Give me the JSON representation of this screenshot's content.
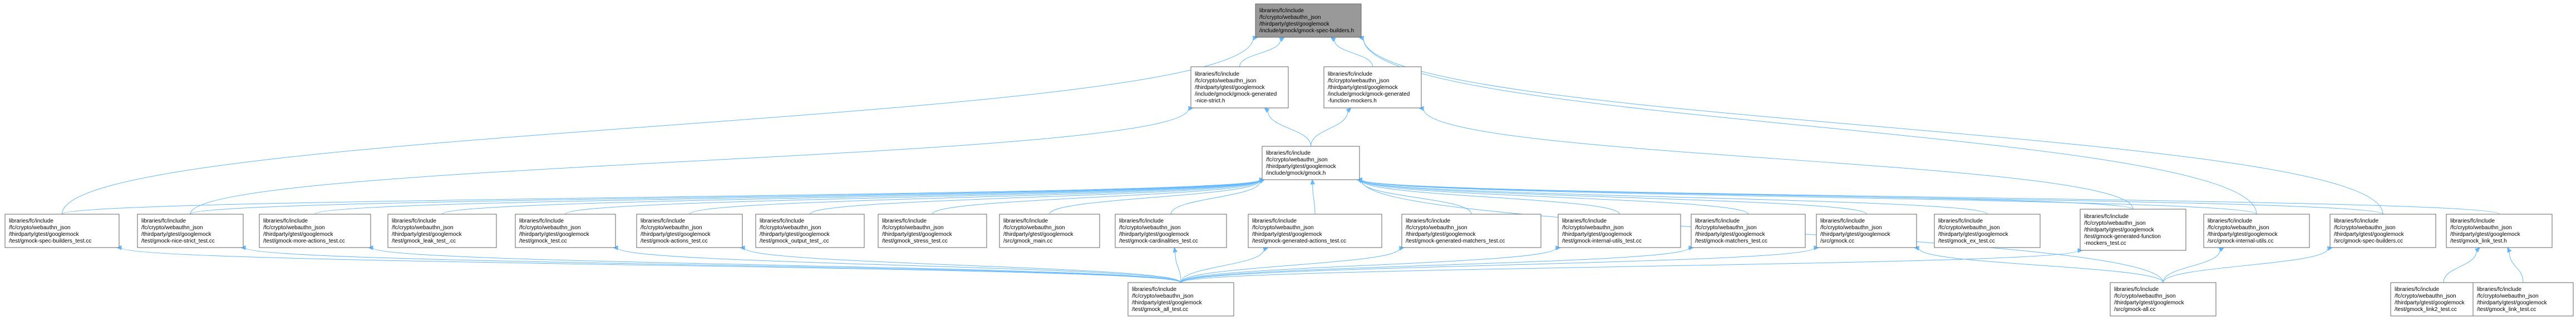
{
  "colors": {
    "edge": "#63b8ff",
    "node_border": "#666666",
    "root_fill": "#999999",
    "node_fill": "#ffffff"
  },
  "nodes": [
    {
      "id": "root",
      "lines": [
        "libraries/fc/include",
        "/fc/crypto/webauthn_json",
        "/thirdparty/gtest/googlemock",
        "/include/gmock/gmock-spec-builders.h"
      ]
    },
    {
      "id": "nice",
      "lines": [
        "libraries/fc/include",
        "/fc/crypto/webauthn_json",
        "/thirdparty/gtest/googlemock",
        "/include/gmock/gmock-generated",
        "-nice-strict.h"
      ]
    },
    {
      "id": "funcmockers",
      "lines": [
        "libraries/fc/include",
        "/fc/crypto/webauthn_json",
        "/thirdparty/gtest/googlemock",
        "/include/gmock/gmock-generated",
        "-function-mockers.h"
      ]
    },
    {
      "id": "gmockh",
      "lines": [
        "libraries/fc/include",
        "/fc/crypto/webauthn_json",
        "/thirdparty/gtest/googlemock",
        "/include/gmock/gmock.h"
      ]
    },
    {
      "id": "t_specb",
      "lines": [
        "libraries/fc/include",
        "/fc/crypto/webauthn_json",
        "/thirdparty/gtest/googlemock",
        "/test/gmock-spec-builders_test.cc"
      ]
    },
    {
      "id": "t_nice",
      "lines": [
        "libraries/fc/include",
        "/fc/crypto/webauthn_json",
        "/thirdparty/gtest/googlemock",
        "/test/gmock-nice-strict_test.cc"
      ]
    },
    {
      "id": "t_more",
      "lines": [
        "libraries/fc/include",
        "/fc/crypto/webauthn_json",
        "/thirdparty/gtest/googlemock",
        "/test/gmock-more-actions_test.cc"
      ]
    },
    {
      "id": "t_leak",
      "lines": [
        "libraries/fc/include",
        "/fc/crypto/webauthn_json",
        "/thirdparty/gtest/googlemock",
        "/test/gmock_leak_test_.cc"
      ]
    },
    {
      "id": "t_gmock",
      "lines": [
        "libraries/fc/include",
        "/fc/crypto/webauthn_json",
        "/thirdparty/gtest/googlemock",
        "/test/gmock_test.cc"
      ]
    },
    {
      "id": "t_actions",
      "lines": [
        "libraries/fc/include",
        "/fc/crypto/webauthn_json",
        "/thirdparty/gtest/googlemock",
        "/test/gmock-actions_test.cc"
      ]
    },
    {
      "id": "t_output",
      "lines": [
        "libraries/fc/include",
        "/fc/crypto/webauthn_json",
        "/thirdparty/gtest/googlemock",
        "/test/gmock_output_test_.cc"
      ]
    },
    {
      "id": "t_stress",
      "lines": [
        "libraries/fc/include",
        "/fc/crypto/webauthn_json",
        "/thirdparty/gtest/googlemock",
        "/test/gmock_stress_test.cc"
      ]
    },
    {
      "id": "s_main",
      "lines": [
        "libraries/fc/include",
        "/fc/crypto/webauthn_json",
        "/thirdparty/gtest/googlemock",
        "/src/gmock_main.cc"
      ]
    },
    {
      "id": "t_card",
      "lines": [
        "libraries/fc/include",
        "/fc/crypto/webauthn_json",
        "/thirdparty/gtest/googlemock",
        "/test/gmock-cardinalities_test.cc"
      ]
    },
    {
      "id": "t_genact",
      "lines": [
        "libraries/fc/include",
        "/fc/crypto/webauthn_json",
        "/thirdparty/gtest/googlemock",
        "/test/gmock-generated-actions_test.cc"
      ]
    },
    {
      "id": "t_genmatch",
      "lines": [
        "libraries/fc/include",
        "/fc/crypto/webauthn_json",
        "/thirdparty/gtest/googlemock",
        "/test/gmock-generated-matchers_test.cc"
      ]
    },
    {
      "id": "t_internal",
      "lines": [
        "libraries/fc/include",
        "/fc/crypto/webauthn_json",
        "/thirdparty/gtest/googlemock",
        "/test/gmock-internal-utils_test.cc"
      ]
    },
    {
      "id": "t_matchers",
      "lines": [
        "libraries/fc/include",
        "/fc/crypto/webauthn_json",
        "/thirdparty/gtest/googlemock",
        "/test/gmock-matchers_test.cc"
      ]
    },
    {
      "id": "s_gmock",
      "lines": [
        "libraries/fc/include",
        "/fc/crypto/webauthn_json",
        "/thirdparty/gtest/googlemock",
        "/src/gmock.cc"
      ]
    },
    {
      "id": "t_ex",
      "lines": [
        "libraries/fc/include",
        "/fc/crypto/webauthn_json",
        "/thirdparty/gtest/googlemock",
        "/test/gmock_ex_test.cc"
      ]
    },
    {
      "id": "t_genfunc",
      "lines": [
        "libraries/fc/include",
        "/fc/crypto/webauthn_json",
        "/thirdparty/gtest/googlemock",
        "/test/gmock-generated-function",
        "-mockers_test.cc"
      ]
    },
    {
      "id": "s_internal",
      "lines": [
        "libraries/fc/include",
        "/fc/crypto/webauthn_json",
        "/thirdparty/gtest/googlemock",
        "/src/gmock-internal-utils.cc"
      ]
    },
    {
      "id": "s_specb",
      "lines": [
        "libraries/fc/include",
        "/fc/crypto/webauthn_json",
        "/thirdparty/gtest/googlemock",
        "/src/gmock-spec-builders.cc"
      ]
    },
    {
      "id": "t_link",
      "lines": [
        "libraries/fc/include",
        "/fc/crypto/webauthn_json",
        "/thirdparty/gtest/googlemock",
        "/test/gmock_link_test.h"
      ]
    },
    {
      "id": "t_all",
      "lines": [
        "libraries/fc/include",
        "/fc/crypto/webauthn_json",
        "/thirdparty/gtest/googlemock",
        "/test/gmock_all_test.cc"
      ]
    },
    {
      "id": "s_all",
      "lines": [
        "libraries/fc/include",
        "/fc/crypto/webauthn_json",
        "/thirdparty/gtest/googlemock",
        "/src/gmock-all.cc"
      ]
    },
    {
      "id": "t_link2",
      "lines": [
        "libraries/fc/include",
        "/fc/crypto/webauthn_json",
        "/thirdparty/gtest/googlemock",
        "/test/gmock_link2_test.cc"
      ]
    },
    {
      "id": "t_linkcc",
      "lines": [
        "libraries/fc/include",
        "/fc/crypto/webauthn_json",
        "/thirdparty/gtest/googlemock",
        "/test/gmock_link_test.cc"
      ]
    }
  ],
  "edges": [
    [
      "nice",
      "root"
    ],
    [
      "funcmockers",
      "root"
    ],
    [
      "t_specb",
      "root"
    ],
    [
      "s_specb",
      "root"
    ],
    [
      "s_internal",
      "root"
    ],
    [
      "gmockh",
      "nice"
    ],
    [
      "t_nice",
      "nice"
    ],
    [
      "gmockh",
      "funcmockers"
    ],
    [
      "t_genfunc",
      "funcmockers"
    ],
    [
      "t_specb",
      "gmockh"
    ],
    [
      "t_nice",
      "gmockh"
    ],
    [
      "t_more",
      "gmockh"
    ],
    [
      "t_leak",
      "gmockh"
    ],
    [
      "t_gmock",
      "gmockh"
    ],
    [
      "t_actions",
      "gmockh"
    ],
    [
      "t_output",
      "gmockh"
    ],
    [
      "t_stress",
      "gmockh"
    ],
    [
      "s_main",
      "gmockh"
    ],
    [
      "t_card",
      "gmockh"
    ],
    [
      "t_genact",
      "gmockh"
    ],
    [
      "t_genmatch",
      "gmockh"
    ],
    [
      "t_internal",
      "gmockh"
    ],
    [
      "t_matchers",
      "gmockh"
    ],
    [
      "s_gmock",
      "gmockh"
    ],
    [
      "t_ex",
      "gmockh"
    ],
    [
      "t_genfunc",
      "gmockh"
    ],
    [
      "s_internal",
      "gmockh"
    ],
    [
      "s_specb",
      "gmockh"
    ],
    [
      "t_link",
      "gmockh"
    ],
    [
      "t_all",
      "t_specb"
    ],
    [
      "t_all",
      "t_nice"
    ],
    [
      "t_all",
      "t_more"
    ],
    [
      "t_all",
      "t_gmock"
    ],
    [
      "t_all",
      "t_actions"
    ],
    [
      "t_all",
      "t_card"
    ],
    [
      "t_all",
      "t_genact"
    ],
    [
      "t_all",
      "t_genmatch"
    ],
    [
      "t_all",
      "t_internal"
    ],
    [
      "t_all",
      "t_matchers"
    ],
    [
      "t_all",
      "t_genfunc"
    ],
    [
      "t_all",
      "s_gmock"
    ],
    [
      "s_all",
      "s_gmock"
    ],
    [
      "s_all",
      "s_internal"
    ],
    [
      "s_all",
      "s_specb"
    ],
    [
      "s_all",
      "gmockh"
    ],
    [
      "t_link2",
      "t_link"
    ],
    [
      "t_linkcc",
      "t_link"
    ]
  ]
}
